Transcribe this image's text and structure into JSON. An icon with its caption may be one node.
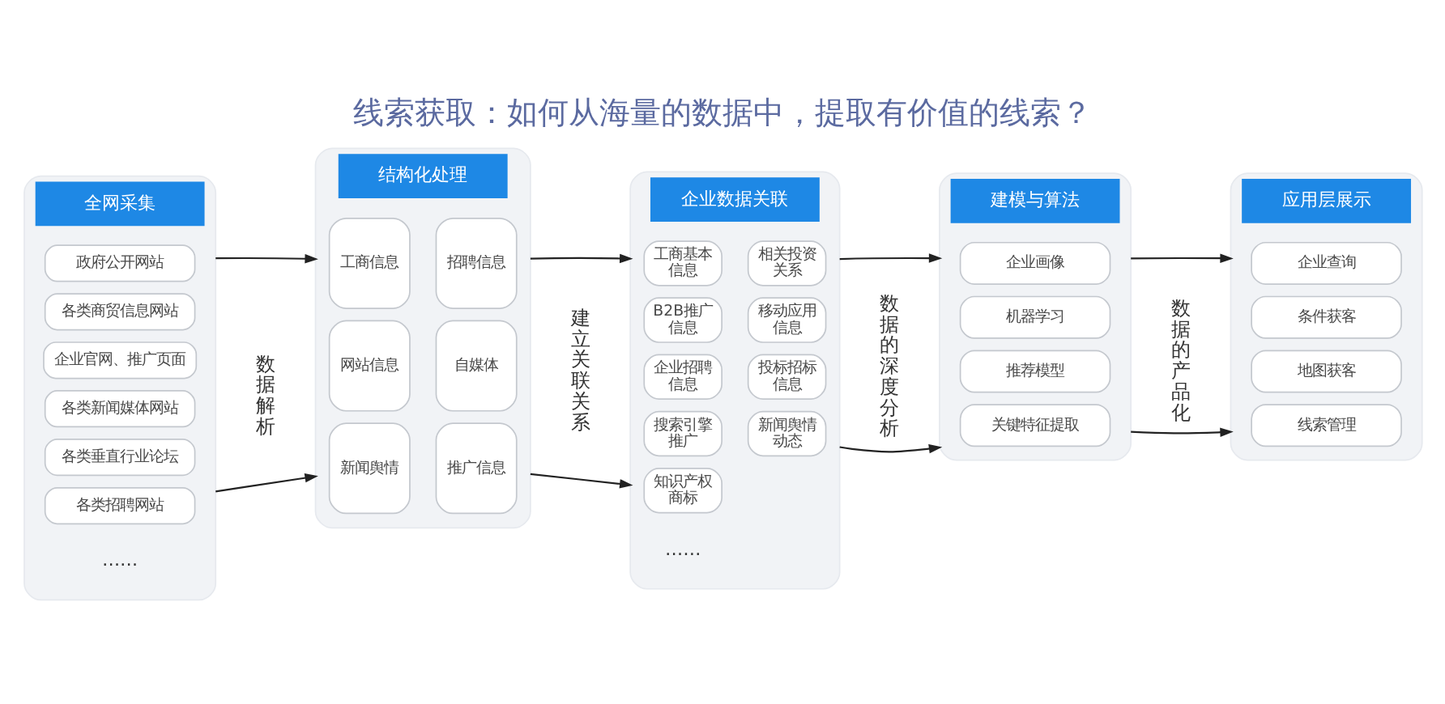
{
  "diagram": {
    "title": "线索获取：如何从海量的数据中，提取有价值的线索？",
    "nodes": [
      {
        "text": [
          "全网采集"
        ]
      },
      {
        "text": [
          "政府公开网站"
        ],
        "in": 0
      },
      {
        "text": [
          "各类商贸信息网站"
        ],
        "in": 0
      },
      {
        "text": [
          "企业官网、推广页面"
        ],
        "in": 0
      },
      {
        "text": [
          "各类新闻媒体网站"
        ],
        "in": 0
      },
      {
        "text": [
          "各类垂直行业论坛"
        ],
        "in": 0
      },
      {
        "text": [
          "各类招聘网站"
        ],
        "in": 0
      },
      {
        "text": [
          "结构化处理"
        ]
      },
      {
        "text": [
          "工商信息"
        ],
        "in": 7
      },
      {
        "text": [
          "招聘信息"
        ],
        "in": 7
      },
      {
        "text": [
          "网站信息"
        ],
        "in": 7
      },
      {
        "text": [
          "自媒体"
        ],
        "in": 7
      },
      {
        "text": [
          "新闻舆情"
        ],
        "in": 7
      },
      {
        "text": [
          "推广信息"
        ],
        "in": 7
      },
      {
        "text": [
          "企业数据关联"
        ]
      },
      {
        "text": [
          "工商基本信息"
        ],
        "in": 14
      },
      {
        "text": [
          "相关投资关系"
        ],
        "in": 14
      },
      {
        "text": [
          "B2B推广信息"
        ],
        "in": 14
      },
      {
        "text": [
          "移动应用信息"
        ],
        "in": 14
      },
      {
        "text": [
          "企业招聘信息"
        ],
        "in": 14
      },
      {
        "text": [
          "投标招标信息"
        ],
        "in": 14
      },
      {
        "text": [
          "搜索引擎推广"
        ],
        "in": 14
      },
      {
        "text": [
          "新闻舆情动态"
        ],
        "in": 14
      },
      {
        "text": [
          "知识产权商标"
        ],
        "in": 14
      },
      {
        "text": [
          "建模与算法"
        ]
      },
      {
        "text": [
          "企业画像"
        ],
        "in": 24
      },
      {
        "text": [
          "机器学习"
        ],
        "in": 24
      },
      {
        "text": [
          "推荐模型"
        ],
        "in": 24
      },
      {
        "text": [
          "关键特征提取"
        ],
        "in": 24
      },
      {
        "text": [
          "应用层展示"
        ]
      },
      {
        "text": [
          "企业查询"
        ],
        "in": 29
      },
      {
        "text": [
          "条件获客"
        ],
        "in": 29
      },
      {
        "text": [
          "地图获客"
        ],
        "in": 29
      },
      {
        "text": [
          "线索管理"
        ],
        "in": 29
      }
    ],
    "edges": [
      {
        "from": 0,
        "to": 7,
        "arrow": "to"
      },
      {
        "from": 0,
        "to": 7,
        "arrow": "to"
      },
      {
        "from": 7,
        "to": 14,
        "arrow": "to"
      },
      {
        "from": 7,
        "to": 14,
        "arrow": "to"
      },
      {
        "from": 14,
        "to": 24,
        "arrow": "to"
      },
      {
        "from": 14,
        "to": 24,
        "arrow": "to"
      },
      {
        "from": 24,
        "to": 29,
        "arrow": "to"
      },
      {
        "from": 24,
        "to": 29,
        "arrow": "to"
      }
    ],
    "labels": [
      "……",
      "数据解析",
      "建立关联关系",
      "……",
      "数据的深度分析",
      "数据的产品化"
    ]
  }
}
